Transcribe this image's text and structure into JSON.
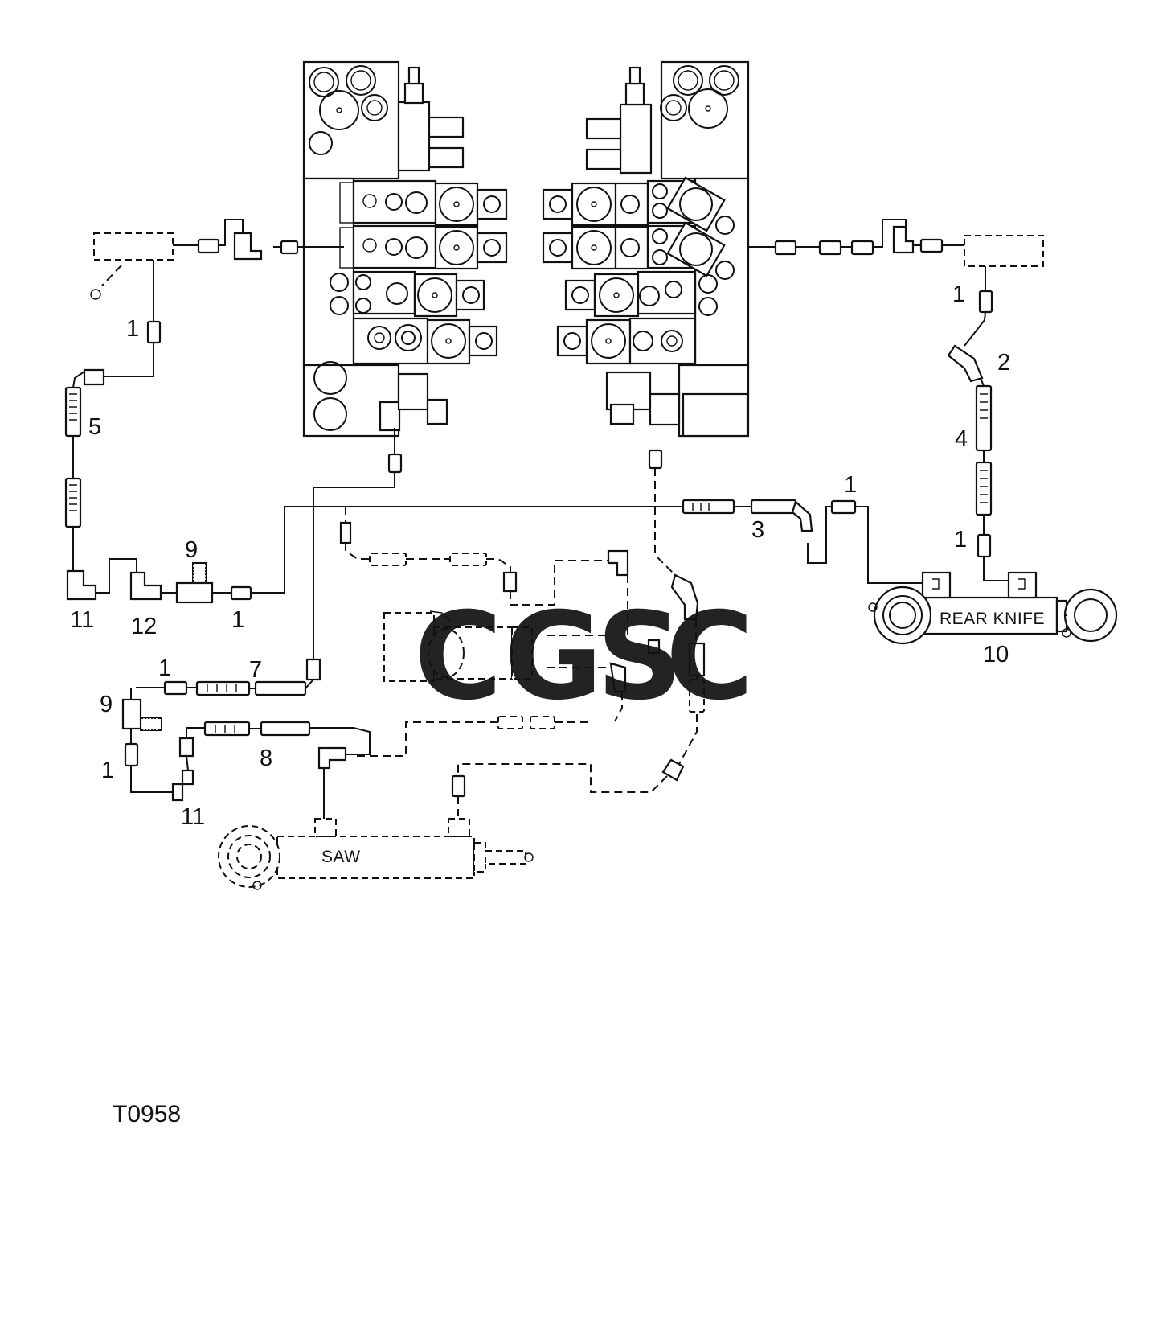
{
  "figure_code": "T0958",
  "watermark": {
    "letters": [
      {
        "char": "C",
        "color": "#6fa8f0"
      },
      {
        "char": "G",
        "color": "#f08c85"
      },
      {
        "char": "S",
        "color": "#f5d97a"
      },
      {
        "char": "C",
        "color": "#72c29a"
      }
    ]
  },
  "components": {
    "rear_knife": "REAR KNIFE",
    "saw": "SAW"
  },
  "callouts": [
    "1",
    "2",
    "4",
    "1",
    "1",
    "3",
    "10",
    "1",
    "5",
    "9",
    "11",
    "12",
    "1",
    "1",
    "7",
    "9",
    "1",
    "8",
    "11"
  ],
  "colors": {
    "line": "#111111",
    "background": "#ffffff"
  }
}
